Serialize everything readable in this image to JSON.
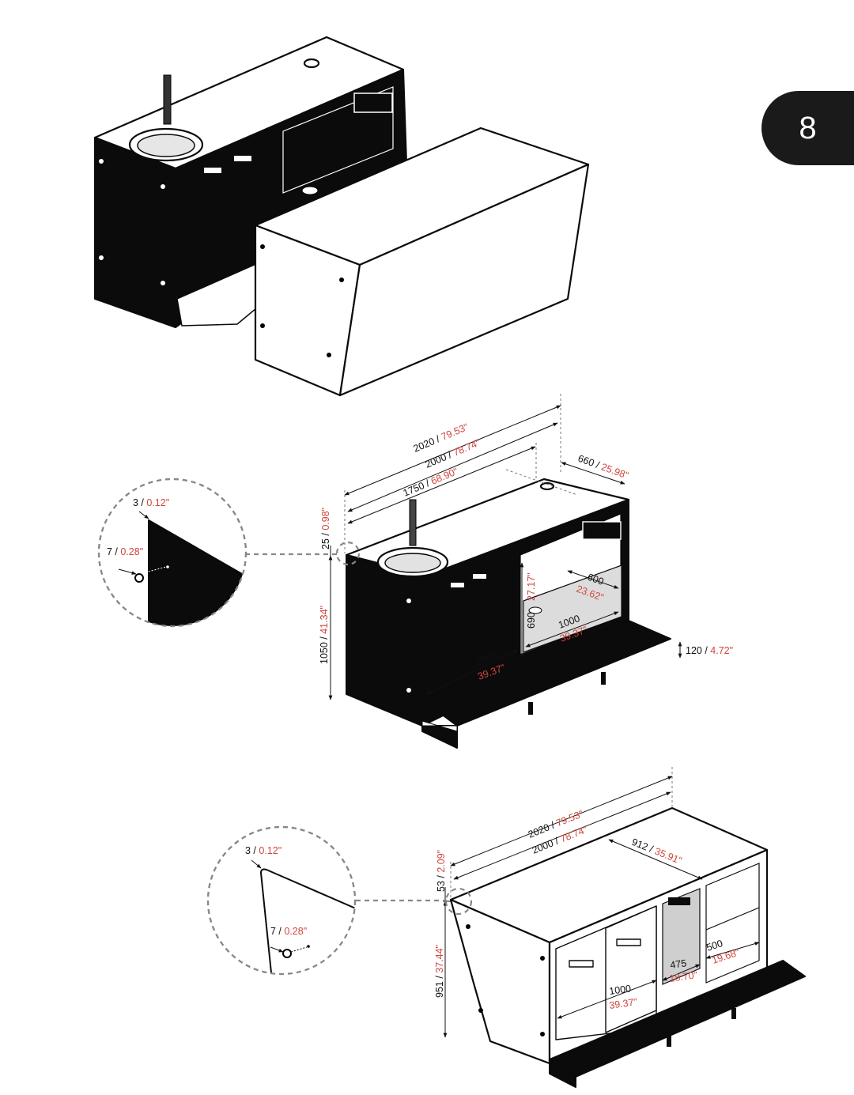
{
  "page": {
    "number": "8"
  },
  "views": {
    "front": {
      "length_total": {
        "mm": "2020 / ",
        "in": "79.53\""
      },
      "length_top": {
        "mm": "2000 / ",
        "in": "78.74\""
      },
      "sink_offset": {
        "mm": "1750 / ",
        "in": "68.90\""
      },
      "depth": {
        "mm": "660 / ",
        "in": "25.98\""
      },
      "top_thickness": {
        "mm": "25 / ",
        "in": "0.98\""
      },
      "height": {
        "mm": "1050 / ",
        "in": "41.34\""
      },
      "opening_height": {
        "mm": "690",
        "in": "27.17\""
      },
      "opening_depth": {
        "mm": "600",
        "in": "23.62\""
      },
      "opening_width": {
        "mm": "1000",
        "in": "39.37\""
      },
      "bay_width": {
        "mm": "1000",
        "in": "39.37\""
      },
      "step_height": {
        "mm": "120 / ",
        "in": "4.72\""
      },
      "detail_edge": {
        "mm": "3 / ",
        "in": "0.12\""
      },
      "detail_inset": {
        "mm": "7 / ",
        "in": "0.28\""
      }
    },
    "rear": {
      "length_total": {
        "mm": "2020 / ",
        "in": "79.53\""
      },
      "length_top": {
        "mm": "2000 / ",
        "in": "78.74\""
      },
      "right_section": {
        "mm": "912 / ",
        "in": "35.91\""
      },
      "top_thickness": {
        "mm": "53 / ",
        "in": "2.09\""
      },
      "height": {
        "mm": "951 / ",
        "in": "37.44\""
      },
      "drawer_width": {
        "mm": "1000",
        "in": "39.37\""
      },
      "panel_width": {
        "mm": "475",
        "in": "18.70\""
      },
      "shelf_depth": {
        "mm": "500",
        "in": "19.68\""
      },
      "detail_edge": {
        "mm": "3 / ",
        "in": "0.12\""
      },
      "detail_inset": {
        "mm": "7 / ",
        "in": "0.28\""
      }
    }
  }
}
